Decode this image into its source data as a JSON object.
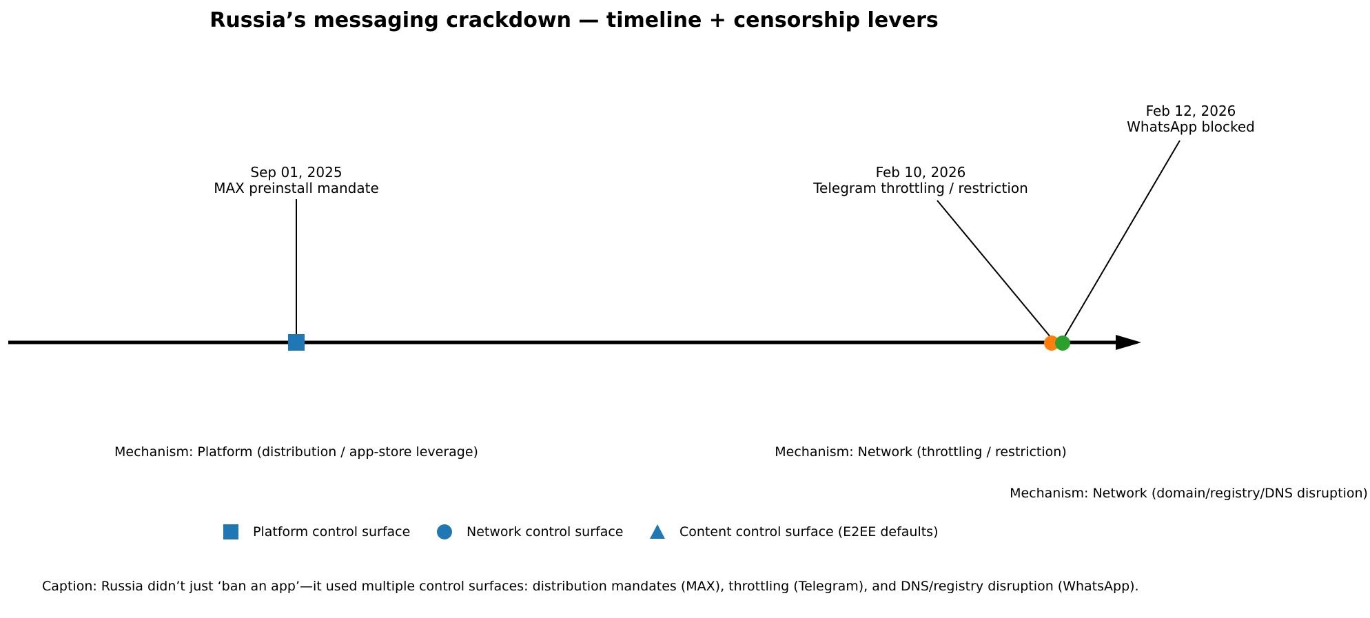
{
  "chart_data": {
    "type": "timeline",
    "title": "Russia’s messaging crackdown — timeline + censorship levers",
    "axis": {
      "orientation": "horizontal",
      "arrow": true,
      "tick_labels": []
    },
    "events": [
      {
        "date": "Sep 01, 2025",
        "label": "MAX preinstall mandate",
        "mechanism": "Mechanism: Platform (distribution / app-store leverage)",
        "control_surface": "Platform control surface",
        "marker": "square",
        "color": "#1f77b4"
      },
      {
        "date": "Feb 10, 2026",
        "label": "Telegram throttling / restriction",
        "mechanism": "Mechanism: Network (throttling / restriction)",
        "control_surface": "Network control surface",
        "marker": "circle",
        "color": "#ff7f0e"
      },
      {
        "date": "Feb 12, 2026",
        "label": "WhatsApp blocked",
        "mechanism": "Mechanism: Network (domain/registry/DNS disruption)",
        "control_surface": "Network control surface",
        "marker": "circle",
        "color": "#2ca02c"
      }
    ],
    "legend": {
      "position": "bottom",
      "marker_color": "#1f77b4",
      "entries": [
        {
          "marker": "square",
          "label": "Platform control surface",
          "color": "#1f77b4"
        },
        {
          "marker": "circle",
          "label": "Network control surface",
          "color": "#1f77b4"
        },
        {
          "marker": "triangle",
          "label": "Content control surface (E2EE defaults)",
          "color": "#1f77b4"
        }
      ]
    },
    "caption": "Caption: Russia didn’t just ‘ban an app’—it used multiple control surfaces: distribution mandates (MAX), throttling (Telegram), and DNS/registry disruption (WhatsApp)."
  }
}
